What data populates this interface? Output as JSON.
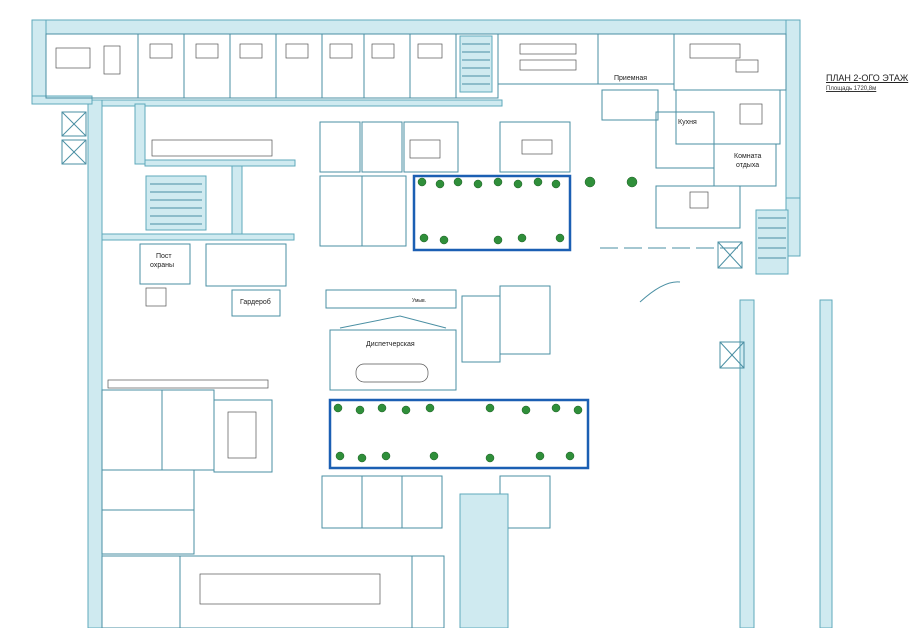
{
  "plan": {
    "title": "ПЛАН 2-ОГО ЭТАЖ",
    "area": "Площадь 1720,8м",
    "rooms": {
      "reception": "Приемная",
      "kitchen": "Кухня",
      "rest_room_1": "Комната",
      "rest_room_2": "отдыха",
      "security_1": "Пост",
      "security_2": "охраны",
      "wardrobe": "Гардероб",
      "dispatch": "Диспетчерская",
      "toilet": "Умыв."
    }
  }
}
